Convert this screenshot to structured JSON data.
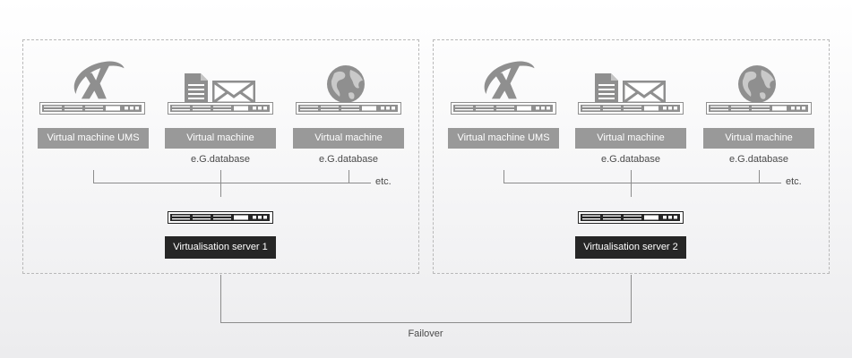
{
  "left_group": {
    "vms": [
      {
        "label": "Virtual machine UMS",
        "sublabel": "",
        "icon": "ums-x-logo-icon"
      },
      {
        "label": "Virtual machine",
        "sublabel": "e.G.database",
        "icon": "document-mail-icon"
      },
      {
        "label": "Virtual machine",
        "sublabel": "e.G.database",
        "icon": "globe-icon"
      }
    ],
    "etc": "etc.",
    "server_label": "Virtualisation server 1"
  },
  "right_group": {
    "vms": [
      {
        "label": "Virtual machine UMS",
        "sublabel": "",
        "icon": "ums-x-logo-icon"
      },
      {
        "label": "Virtual machine",
        "sublabel": "e.G.database",
        "icon": "document-mail-icon"
      },
      {
        "label": "Virtual machine",
        "sublabel": "e.G.database",
        "icon": "globe-icon"
      }
    ],
    "etc": "etc.",
    "server_label": "Virtualisation server 2"
  },
  "failover_label": "Failover",
  "colors": {
    "icon_gray": "#8f8f8f",
    "server_dark": "#262626",
    "label_gray": "#999999"
  }
}
